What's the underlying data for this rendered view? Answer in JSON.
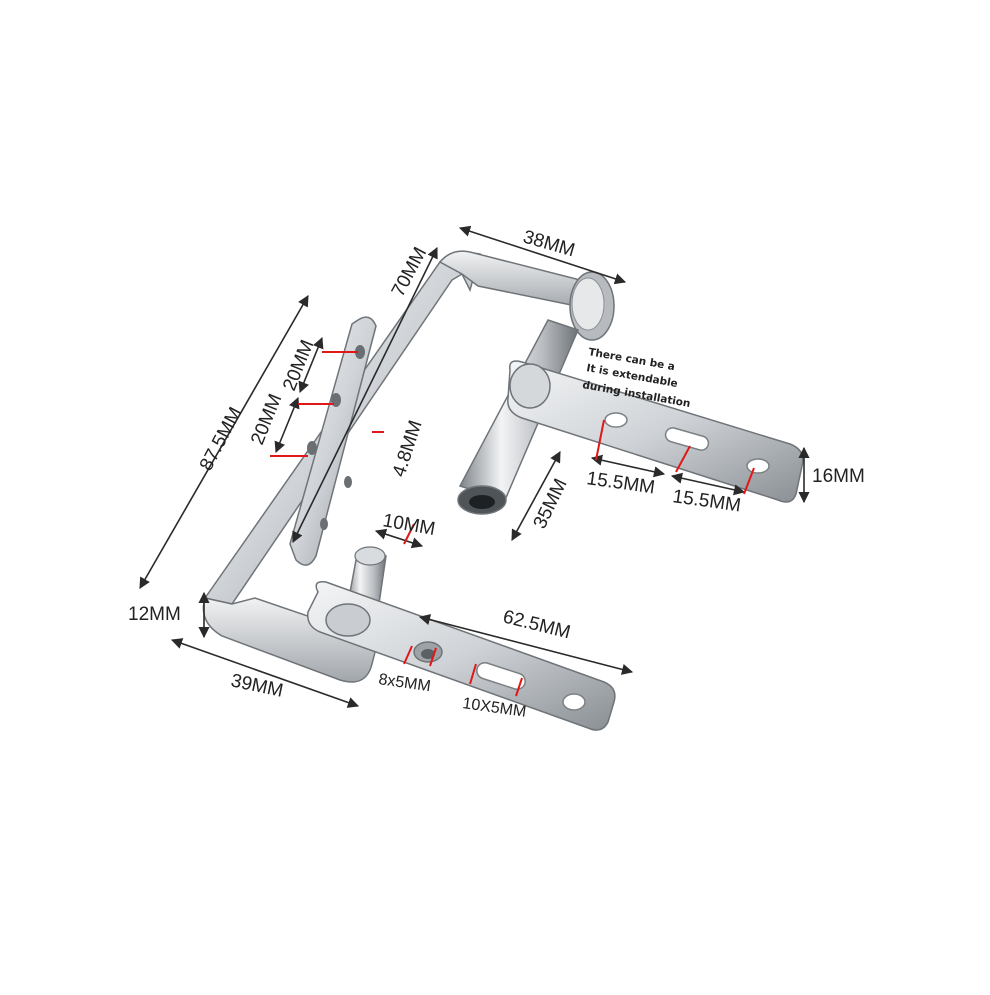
{
  "dimensions": {
    "d38": "38MM",
    "d70": "70MM",
    "d87_5": "87.5MM",
    "d20a": "20MM",
    "d20b": "20MM",
    "d4_8": "4.8MM",
    "d35": "35MM",
    "d15_5a": "15.5MM",
    "d15_5b": "15.5MM",
    "d16": "16MM",
    "d10": "10MM",
    "d62_5": "62.5MM",
    "d12": "12MM",
    "d39": "39MM",
    "d8x5": "8x5MM",
    "d10x5": "10X5MM"
  },
  "note": {
    "line1": "There can be a",
    "line2": "It is extendable",
    "line3": "during installation"
  },
  "colors": {
    "steel_light": "#eceef0",
    "steel_mid": "#c4c8cc",
    "steel_dark": "#7d8287",
    "dimension_tick": "#e01818"
  }
}
